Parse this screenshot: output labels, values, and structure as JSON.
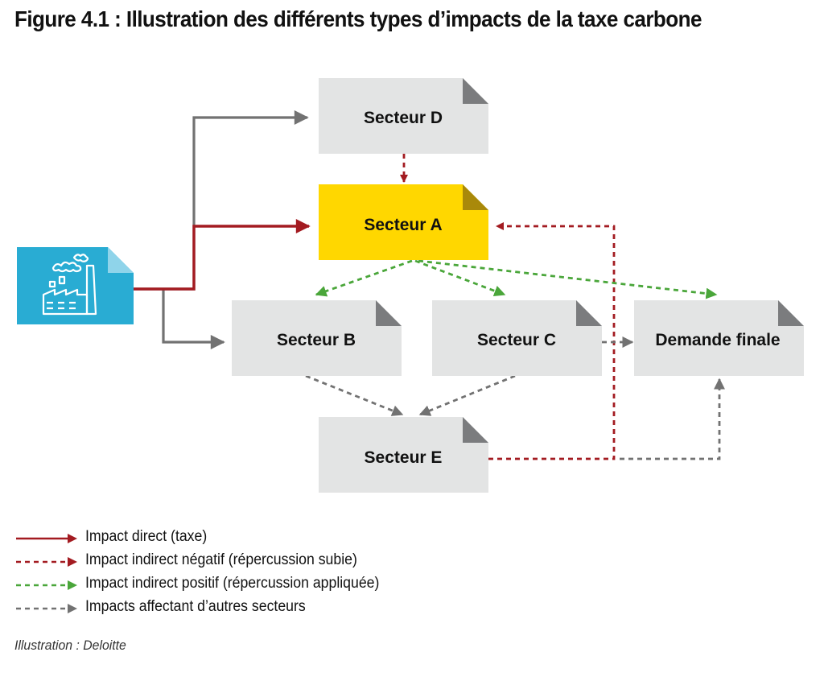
{
  "title": "Figure 4.1 : Illustration des différents types d’impacts de la taxe carbone",
  "nodes": {
    "secteur_d": "Secteur D",
    "secteur_a": "Secteur A",
    "secteur_b": "Secteur B",
    "secteur_c": "Secteur C",
    "demande_finale": "Demande finale",
    "secteur_e": "Secteur E",
    "factory_icon": "factory-icon"
  },
  "colors": {
    "box_gray": "#e3e4e4",
    "fold_gray": "#7b7c7e",
    "sector_a_yellow": "#ffd700",
    "sector_a_fold": "#a9890a",
    "factory_blue": "#29acd3",
    "factory_fold": "#8fd4ea",
    "direct_red": "#a31b21",
    "positive_green": "#4aa63a",
    "other_gray": "#727272"
  },
  "legend": [
    {
      "label": "Impact direct (taxe)",
      "style": "solid",
      "color": "#a31b21"
    },
    {
      "label": "Impact indirect négatif (répercussion subie)",
      "style": "dashed",
      "color": "#a31b21"
    },
    {
      "label": "Impact indirect positif (répercussion appliquée)",
      "style": "dashed",
      "color": "#4aa63a"
    },
    {
      "label": "Impacts affectant d’autres secteurs",
      "style": "dashed",
      "color": "#727272"
    }
  ],
  "credit": "Illustration : Deloitte"
}
